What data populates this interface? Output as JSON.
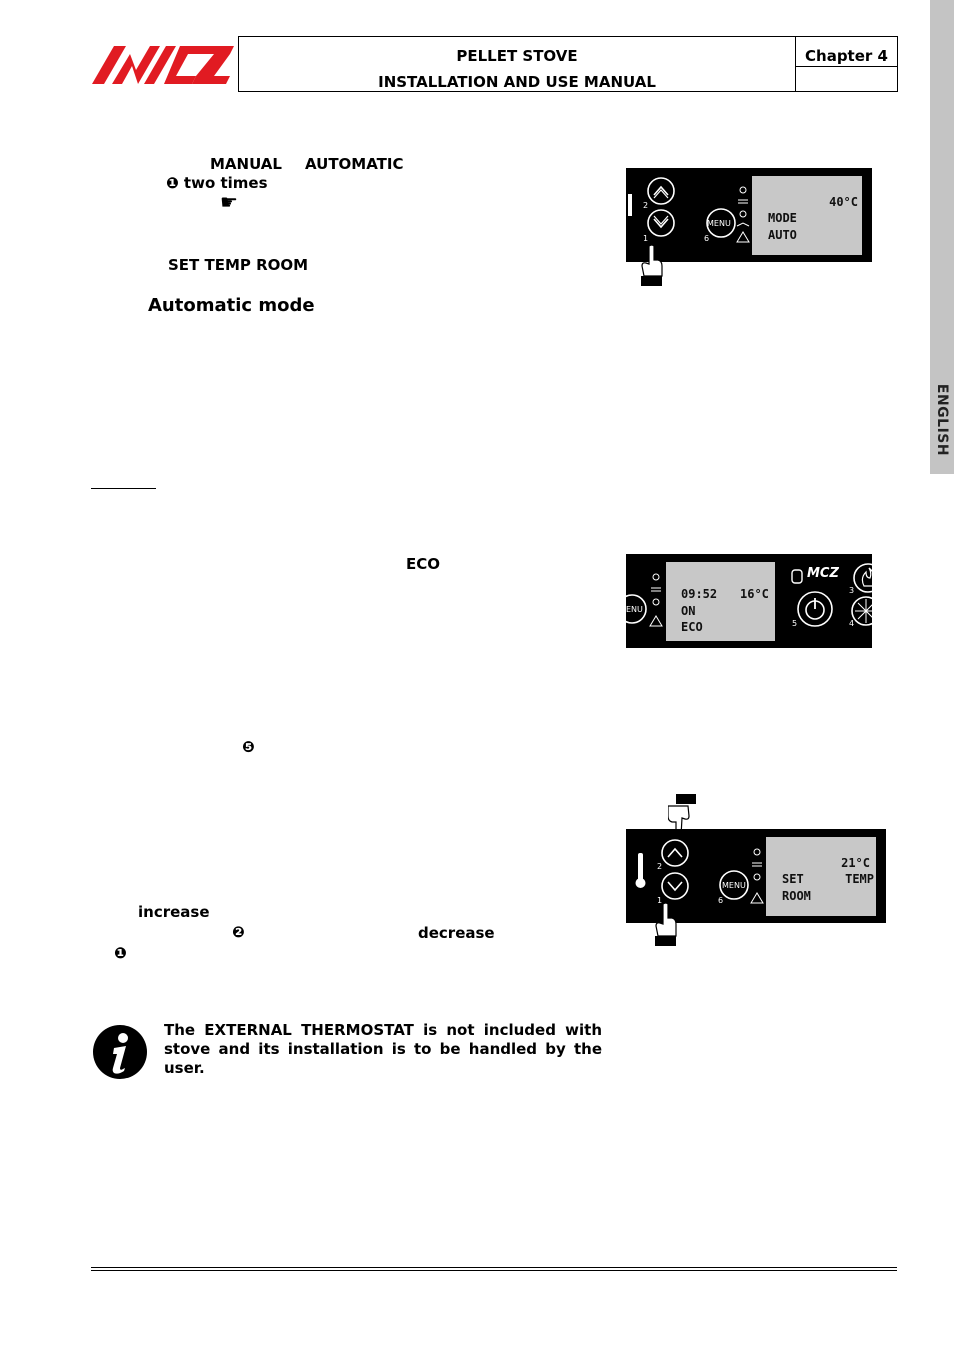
{
  "header": {
    "title_line1": "PELLET STOVE",
    "title_line2": "INSTALLATION AND USE MANUAL",
    "chapter": "Chapter 4",
    "logo_text": "MCZ"
  },
  "side_tab": {
    "label": "ENGLISH"
  },
  "body": {
    "manual": "MANUAL",
    "automatic": "AUTOMATIC",
    "two_times": "❶ two times",
    "pointer_glyph": "☛",
    "set_temp_room": "SET TEMP ROOM",
    "automatic_mode_heading": "Automatic mode",
    "eco": "ECO",
    "bullet_5": "❺",
    "increase": "increase",
    "bullet_2": "❷",
    "decrease": "decrease",
    "bullet_1": "❶"
  },
  "note": {
    "text": "The EXTERNAL THERMOSTAT is not included with stove and its installation is to be handled by the user."
  },
  "display1": {
    "temp": "40°C",
    "line2": "MODE",
    "line3": "AUTO",
    "menu_label": "MENU",
    "key_up": "2",
    "key_down": "1",
    "key_menu": "6"
  },
  "display2": {
    "time": "09:52",
    "temp": "16°C",
    "status": "ON",
    "mode": "ECO",
    "menu_label": "ENU",
    "key_power": "5",
    "key_3": "3",
    "key_4": "4",
    "brand": "MCZ"
  },
  "display3": {
    "temp": "21°C",
    "set": "SET",
    "temp_label": "TEMP",
    "room": "ROOM",
    "menu_label": "MENU",
    "key_up": "2",
    "key_down": "1",
    "key_menu": "6"
  }
}
